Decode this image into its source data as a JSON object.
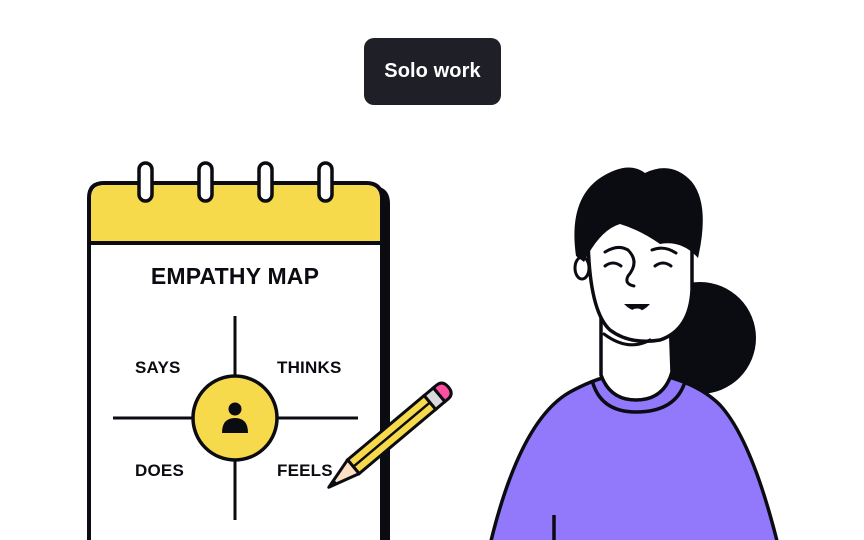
{
  "badge": {
    "label": "Solo work"
  },
  "notepad": {
    "title": "EMPATHY MAP",
    "quadrants": {
      "top_left": "SAYS",
      "top_right": "THINKS",
      "bottom_left": "DOES",
      "bottom_right": "FEELS"
    },
    "center_icon": "user-icon",
    "header_color": "#f7d94c",
    "rings": 4
  },
  "pencil": {
    "body_color": "#f7d94c",
    "eraser_color": "#ff4fa3",
    "tip_color": "#fde0c4"
  },
  "person": {
    "shirt_color": "#9279fc",
    "hair_color": "#0b0b12"
  }
}
